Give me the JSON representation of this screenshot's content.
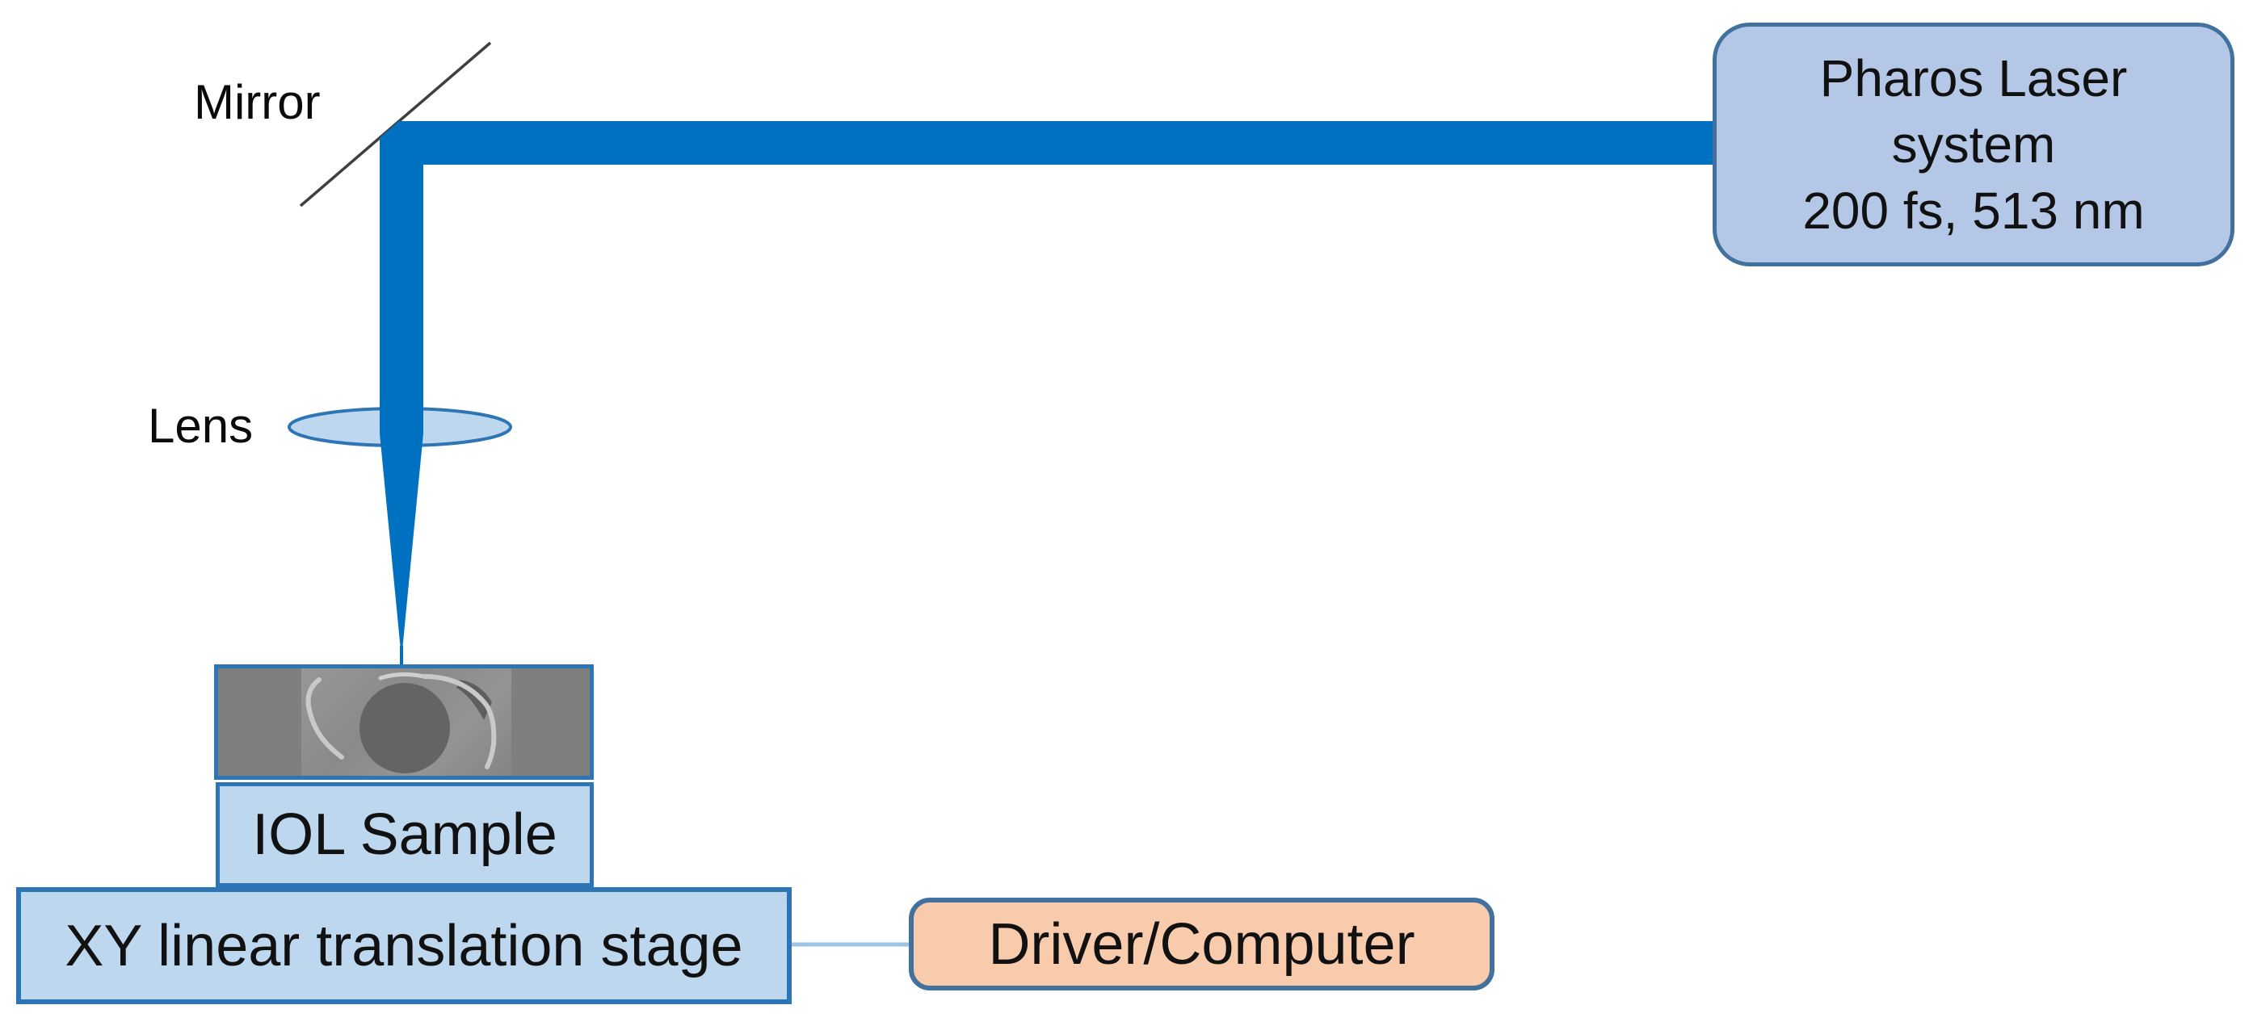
{
  "figure": {
    "type": "experimental-setup-diagram",
    "labels": {
      "mirror": "Mirror",
      "lens": "Lens"
    },
    "laser_box": {
      "lines": [
        "Pharos Laser",
        "system",
        "200 fs, 513 nm"
      ]
    },
    "iol_sample_box": {
      "label": "IOL Sample"
    },
    "xy_stage_box": {
      "label": "XY linear translation stage"
    },
    "driver_box": {
      "label": "Driver/Computer"
    },
    "colors": {
      "beam_blue": "#0070c0",
      "laser_box_fill": "#b4c7e7",
      "light_blue_fill": "#bdd7ee",
      "driver_box_fill": "#f8cbad",
      "rounded_box_border": "#41719c",
      "rect_box_border": "#2e75b6",
      "connector_line": "#9dc3e6",
      "mirror_line": "#3f3f3f",
      "photo_background": "#7f7f7f"
    }
  }
}
